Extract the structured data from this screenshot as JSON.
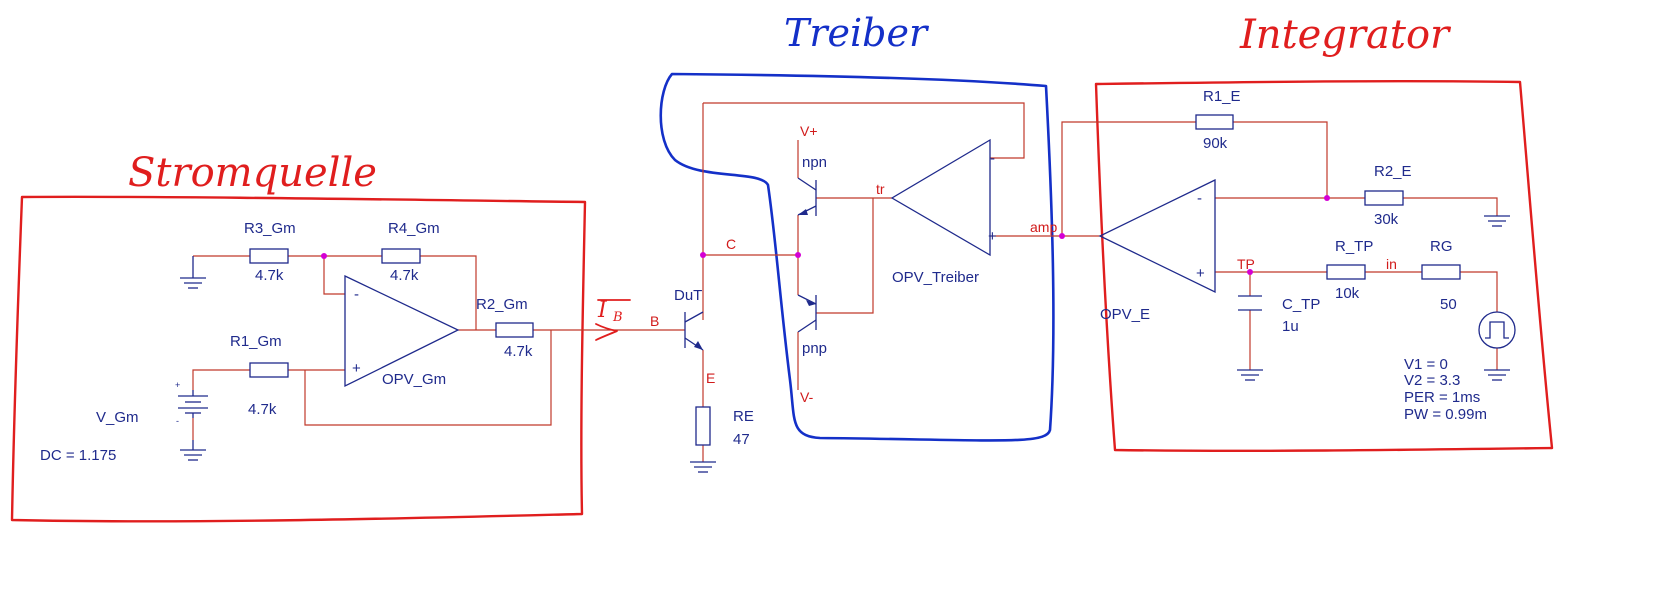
{
  "titles": {
    "stromquelle": "Stromquelle",
    "treiber": "Treiber",
    "integrator": "Integrator"
  },
  "annotations": {
    "current_label": "I",
    "current_sub": "B"
  },
  "components": {
    "r3_gm": {
      "name": "R3_Gm",
      "value": "4.7k"
    },
    "r4_gm": {
      "name": "R4_Gm",
      "value": "4.7k"
    },
    "r1_gm": {
      "name": "R1_Gm",
      "value": "4.7k"
    },
    "r2_gm": {
      "name": "R2_Gm",
      "value": "4.7k"
    },
    "opv_gm": {
      "name": "OPV_Gm"
    },
    "v_gm": {
      "name": "V_Gm",
      "dc": "DC = 1.175"
    },
    "dut": {
      "name": "DuT"
    },
    "re": {
      "name": "RE",
      "value": "47"
    },
    "npn": {
      "name": "npn"
    },
    "pnp": {
      "name": "pnp"
    },
    "opv_treiber": {
      "name": "OPV_Treiber"
    },
    "r1_e": {
      "name": "R1_E",
      "value": "90k"
    },
    "r2_e": {
      "name": "R2_E",
      "value": "30k"
    },
    "opv_e": {
      "name": "OPV_E"
    },
    "r_tp": {
      "name": "R_TP",
      "value": "10k"
    },
    "c_tp": {
      "name": "C_TP",
      "value": "1u"
    },
    "rg": {
      "name": "RG",
      "value": "50"
    },
    "source": {
      "v1": "V1 = 0",
      "v2": "V2 = 3.3",
      "per": "PER = 1ms",
      "pw": "PW = 0.99m"
    }
  },
  "nets": {
    "b": "B",
    "c": "C",
    "e": "E",
    "tr": "tr",
    "amp": "amp",
    "tp": "TP",
    "in": "in",
    "vplus": "V+",
    "vminus": "V-"
  },
  "opamp_pins": {
    "minus": "-",
    "plus": "+"
  },
  "colors": {
    "wire": "#c0392b",
    "component": "#1f2a8c",
    "junction": "#d400d4",
    "annotation_red": "#e01e1e",
    "annotation_blue": "#1430c8"
  }
}
